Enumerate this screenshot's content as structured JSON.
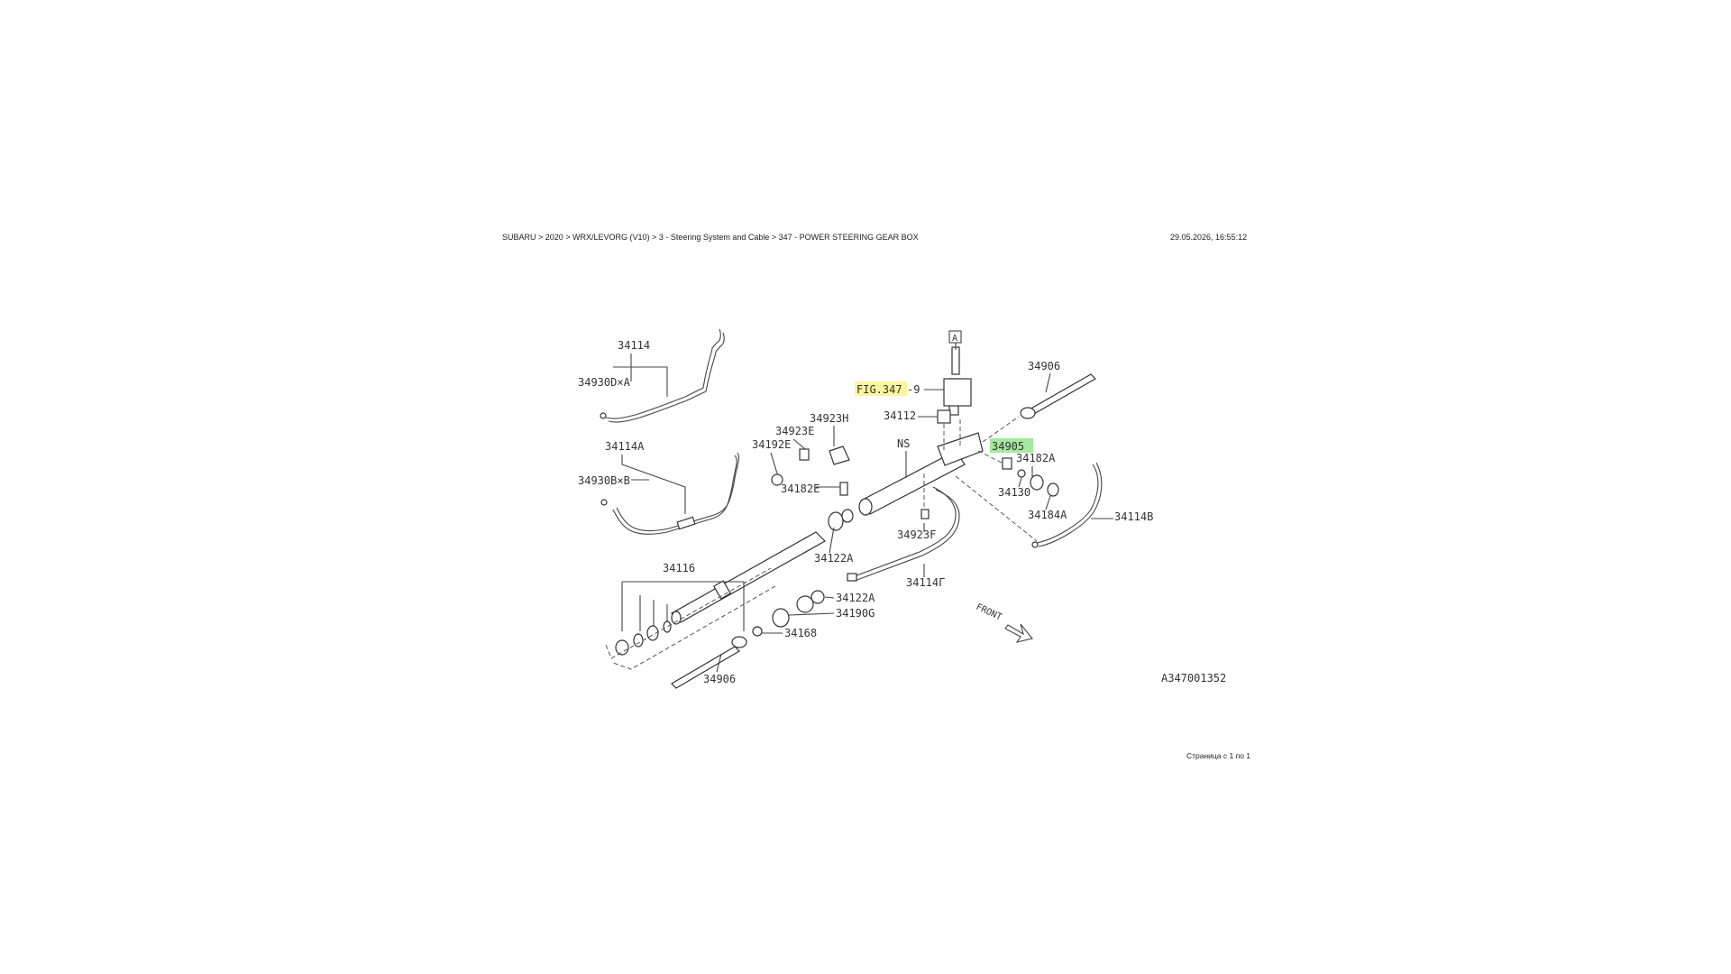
{
  "header": {
    "breadcrumb": "SUBARU > 2020 > WRX/LEVORG (V10) > 3 - Steering System and Cable > 347 - POWER STEERING GEAR BOX",
    "datetime": "29.05.2026, 16:55:12"
  },
  "footer": {
    "page_info": "Страница с 1 по 1"
  },
  "diagram": {
    "labels": {
      "p34114": "34114",
      "p34930D_A": "34930D×A",
      "p34114A": "34114A",
      "p34930B_B": "34930B×B",
      "p34116": "34116",
      "p34906_top": "34906",
      "p34906_bottom": "34906",
      "ref_fig": "FIG.347",
      "ref_fig_suffix": "-9",
      "box_A": "A",
      "p34112": "34112",
      "p34923H": "34923H",
      "p34923E": "34923E",
      "p34192E": "34192E",
      "p34182E": "34182E",
      "ns": "NS",
      "p34905": "34905",
      "p34182A_right": "34182A",
      "p34130": "34130",
      "p34184A": "34184A",
      "p34114B": "34114B",
      "p34923F": "34923F",
      "p34114G": "34114Г",
      "p34122A_upper": "34122A",
      "p34122A_lower": "34122A",
      "p34190G": "34190G",
      "p34168": "34168",
      "front": "FRONT",
      "drawing_code": "A347001352"
    },
    "highlights": {
      "ref_fig_color": "#fff59d",
      "p34905_color": "#a5e8a0"
    }
  }
}
